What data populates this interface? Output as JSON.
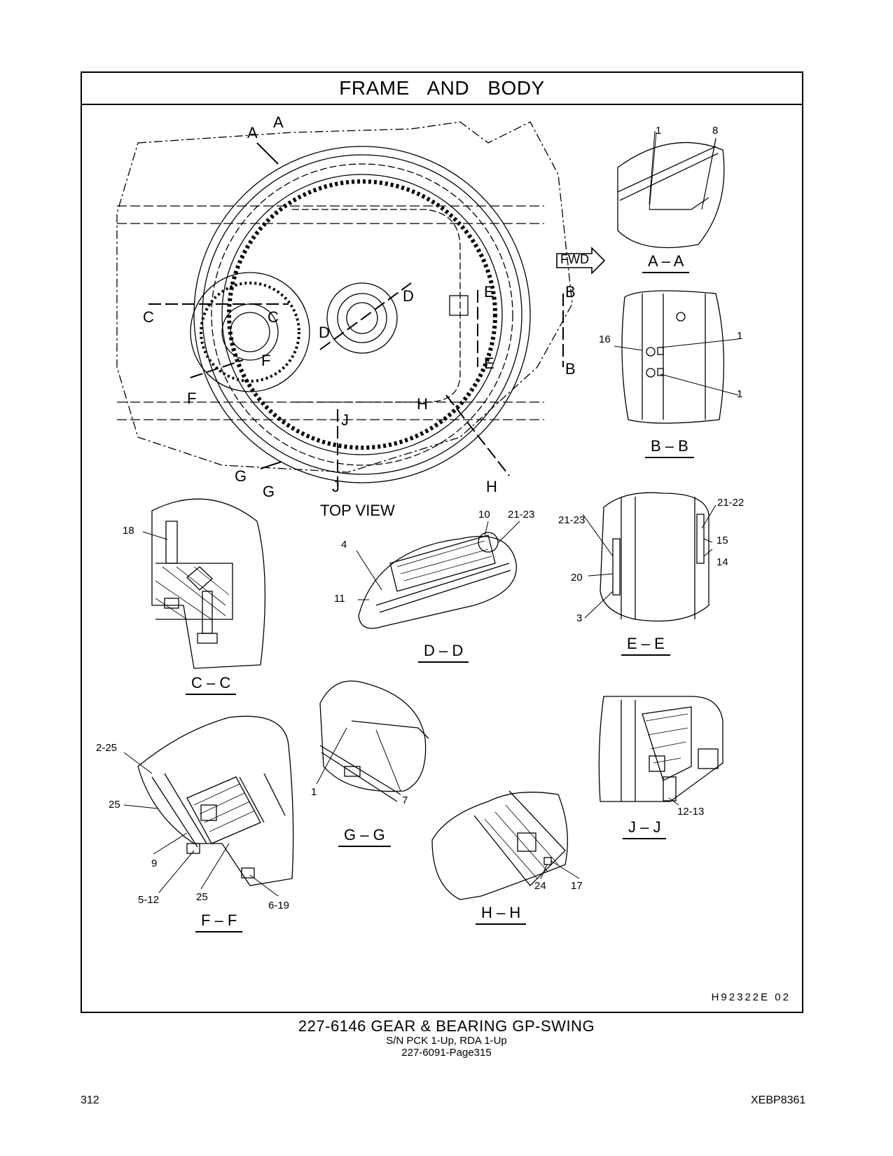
{
  "header": {
    "title": "FRAME AND BODY"
  },
  "views": {
    "top": "TOP VIEW",
    "aa": "A – A",
    "bb": "B – B",
    "cc": "C – C",
    "dd": "D – D",
    "ee": "E – E",
    "ff": "F – F",
    "gg": "G – G",
    "hh": "H – H",
    "jj": "J – J"
  },
  "fwd_label": "FWD",
  "section_letters": {
    "a": "A",
    "b": "B",
    "c": "C",
    "d": "D",
    "e": "E",
    "f": "F",
    "g": "G",
    "h": "H",
    "j": "J"
  },
  "callouts": {
    "aa": [
      "1",
      "8"
    ],
    "bb": [
      "16",
      "1",
      "1"
    ],
    "cc": [
      "18"
    ],
    "dd": [
      "10",
      "21-23",
      "4",
      "11"
    ],
    "ee": [
      "21-22",
      "21-23",
      "15",
      "14",
      "20",
      "3"
    ],
    "ff": [
      "2-25",
      "25",
      "9",
      "5-12",
      "25",
      "6-19"
    ],
    "gg": [
      "1",
      "7"
    ],
    "hh": [
      "24",
      "17"
    ],
    "jj": [
      "12-13"
    ]
  },
  "drawing_id": "H92322E 02",
  "footer": {
    "part_title": "227-6146 GEAR & BEARING GP-SWING",
    "serial": "S/N PCK 1-Up, RDA 1-Up",
    "ref": "227-6091-Page315",
    "page_number": "312",
    "doc_code": "XEBP8361"
  }
}
